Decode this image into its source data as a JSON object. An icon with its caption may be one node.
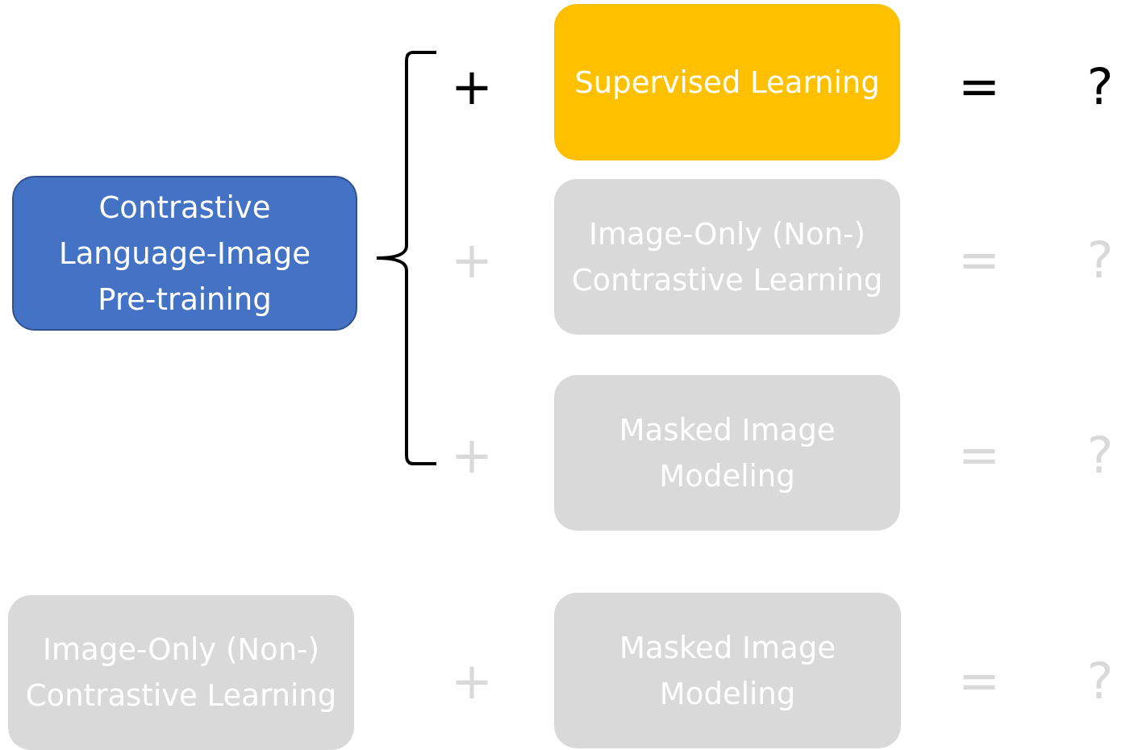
{
  "diagram": {
    "nodes": [
      {
        "text": [
          "Contrastive Language-Image Pre-training"
        ]
      },
      {
        "text": [
          "Supervised Learning"
        ]
      },
      {
        "text": [
          "Image-Only (Non-) Contrastive Learning"
        ]
      },
      {
        "text": [
          "Masked Image Modeling"
        ]
      },
      {
        "text": [
          "Image-Only (Non-) Contrastive Learning"
        ]
      },
      {
        "text": [
          "Masked Image Modeling"
        ]
      }
    ],
    "edges": [],
    "labels": [
      "+",
      "=",
      "?",
      "+",
      "=",
      "?",
      "+",
      "=",
      "?",
      "+",
      "=",
      "?"
    ]
  }
}
